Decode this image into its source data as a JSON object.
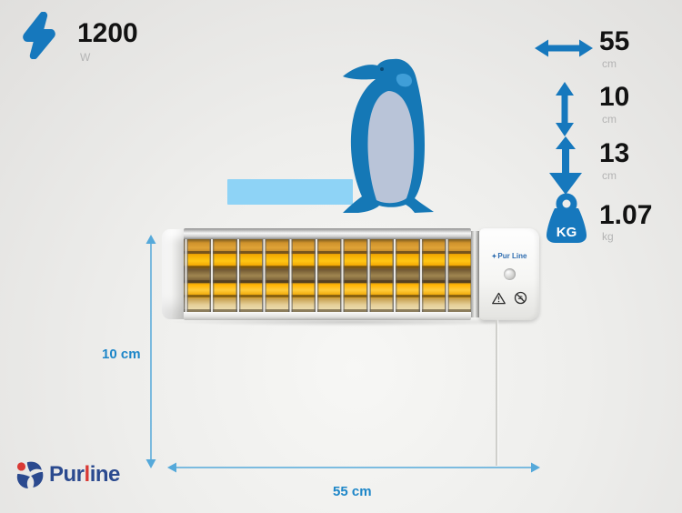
{
  "specs": {
    "power": {
      "value": "1200",
      "unit": "W"
    },
    "width": {
      "value": "55",
      "unit": "cm"
    },
    "height": {
      "value": "10",
      "unit": "cm"
    },
    "depth": {
      "value": "13",
      "unit": "cm"
    },
    "weight": {
      "value": "1.07",
      "unit": "kg",
      "badge": "KG"
    }
  },
  "dimension_labels": {
    "height": "10 cm",
    "width": "55 cm"
  },
  "heater": {
    "brand": "Pur Line",
    "brand_star": "✦"
  },
  "footer_logo": {
    "part1": "Pur",
    "part2": "l",
    "part3": "ine"
  },
  "colors": {
    "accent_blue": "#1678bd",
    "dimension_line_blue": "#55a9da",
    "dimension_label_blue": "#1d86c8",
    "logo_navy": "#2b4a8f",
    "logo_red": "#d93a35",
    "penguin_body": "#1578b6",
    "penguin_belly": "#b9c4d8",
    "highlight_box": "#8ed3f6",
    "tube_yellow": "#ffb300"
  }
}
